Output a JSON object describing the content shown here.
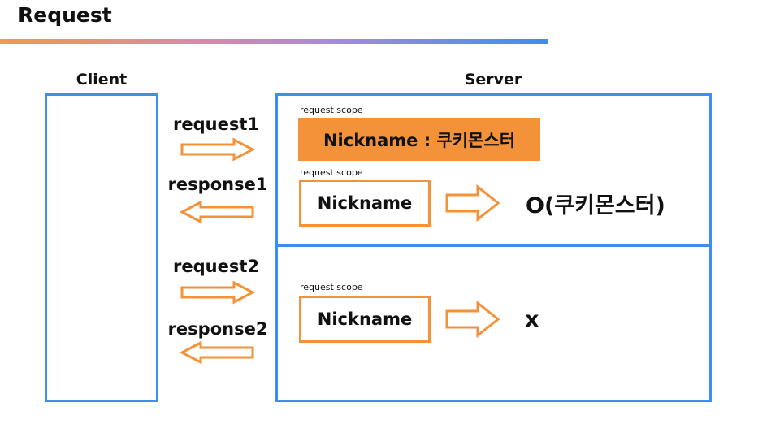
{
  "title": "Request",
  "client_label": "Client",
  "server_label": "Server",
  "messages": {
    "request1": "request1",
    "response1": "response1",
    "request2": "request2",
    "response2": "response2"
  },
  "scope_label": "request scope",
  "block1": {
    "value_text": "Nickname : 쿠키몬스터"
  },
  "block2": {
    "key_text": "Nickname",
    "result": "O(쿠키몬스터)"
  },
  "block3": {
    "key_text": "Nickname",
    "result": "x"
  },
  "colors": {
    "accent_blue": "#3d8ef0",
    "accent_orange": "#f4923a"
  }
}
